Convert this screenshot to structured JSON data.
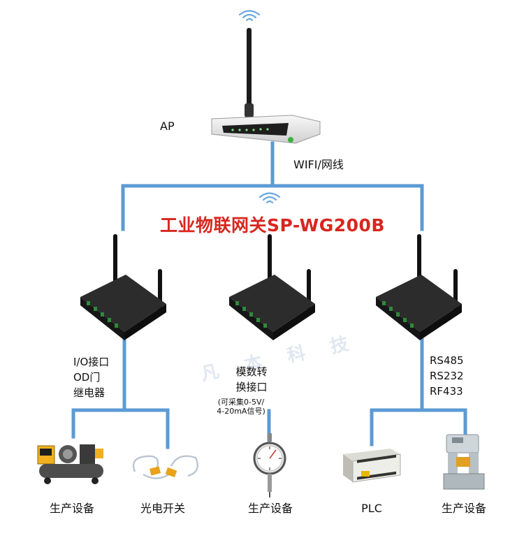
{
  "nodes": {
    "ap_label": "AP",
    "link_label": "WIFI/网线",
    "title": "工业物联网关SP-WG200B"
  },
  "gateways": {
    "left": {
      "lines": [
        "I/O接口",
        "OD门",
        "继电器"
      ]
    },
    "middle": {
      "lines": [
        "模数转",
        "换接口"
      ],
      "note": [
        "(可采集0-5V/",
        "4-20mA信号)"
      ]
    },
    "right": {
      "lines": [
        "RS485",
        "RS232",
        "RF433"
      ]
    }
  },
  "devices": [
    {
      "label": "生产设备",
      "icon": "air-compressor-icon"
    },
    {
      "label": "光电开关",
      "icon": "photoelectric-switch-icon"
    },
    {
      "label": "生产设备",
      "icon": "dial-gauge-icon"
    },
    {
      "label": "PLC",
      "icon": "plc-icon"
    },
    {
      "label": "生产设备",
      "icon": "press-machine-icon"
    }
  ],
  "watermark": "凡 本 科 技",
  "colors": {
    "line": "#5b9bd5",
    "title": "#d8261f",
    "gateway": "#1c1c1c",
    "terminal": "#2e8b3a"
  }
}
